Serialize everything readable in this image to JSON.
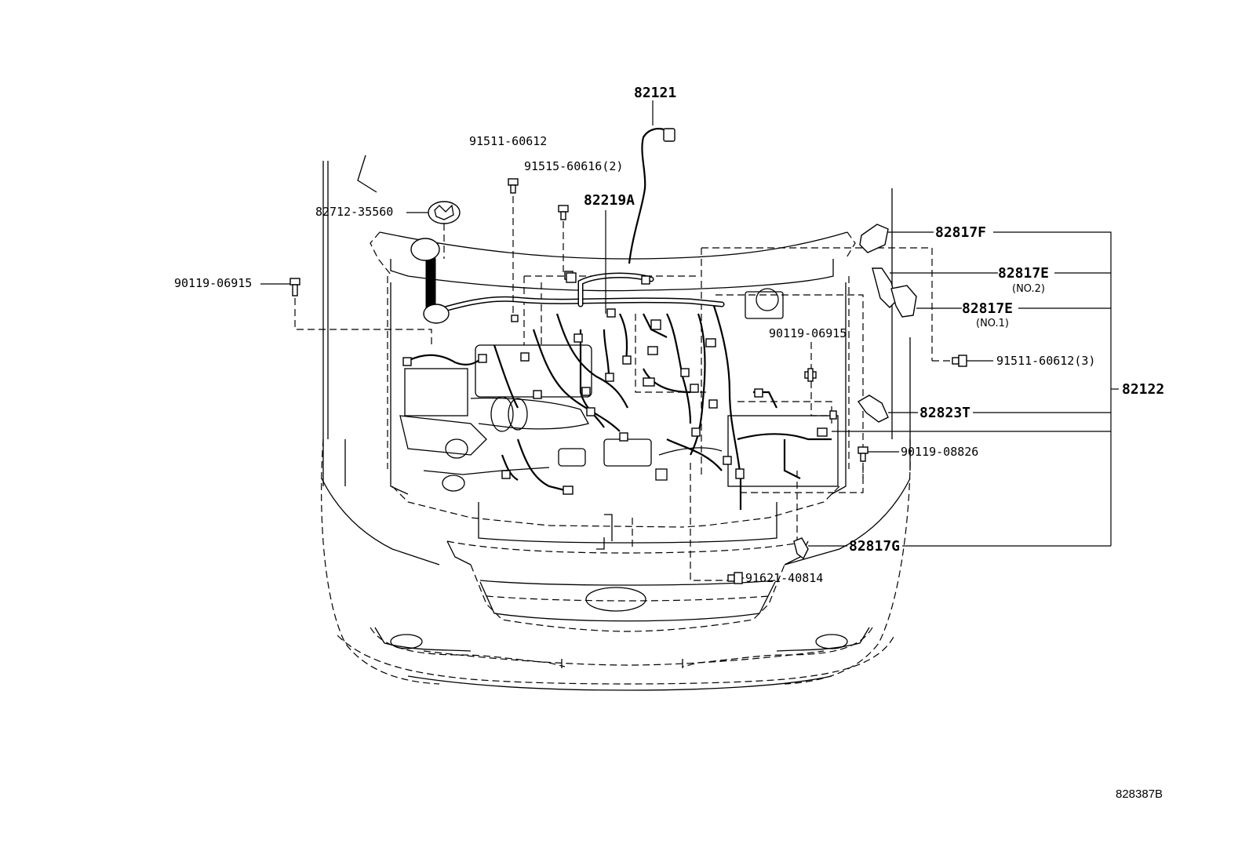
{
  "diagram": {
    "reference_code": "828387B",
    "labels": {
      "p82121": "82121",
      "p91511_60612": "91511-60612",
      "p91515_60616": "91515-60616(2)",
      "p82219A": "82219A",
      "p82712_35560": "82712-35560",
      "p90119_06915_left": "90119-06915",
      "p82817F": "82817F",
      "p82817E_no2": "82817E",
      "p82817E_no2_sub": "(NO.2)",
      "p82817E_no1": "82817E",
      "p82817E_no1_sub": "(NO.1)",
      "p90119_06915_right": "90119-06915",
      "p91511_60612_3": "91511-60612(3)",
      "p82122": "82122",
      "p82823T": "82823T",
      "p90119_08826": "90119-08826",
      "p82817G": "82817G",
      "p91621_40814": "91621-40814"
    }
  }
}
